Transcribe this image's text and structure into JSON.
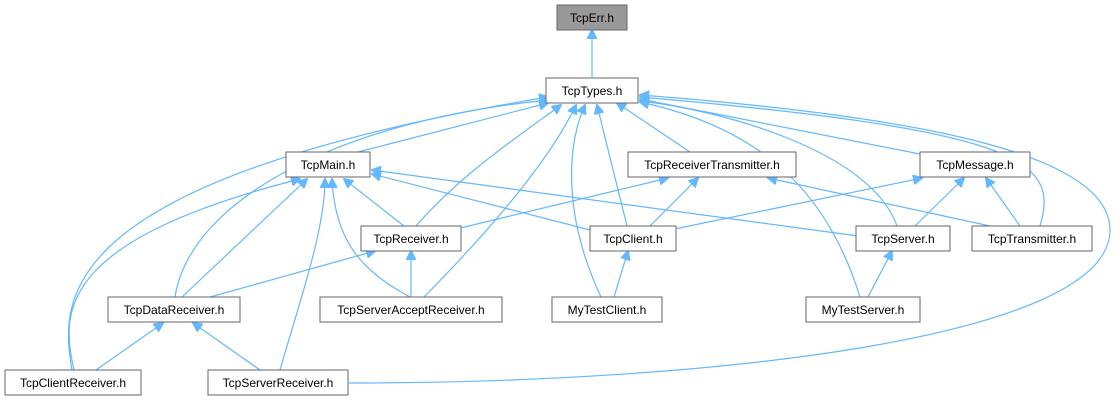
{
  "diagram": {
    "title": "TcpErr.h include dependency graph",
    "colors": {
      "edge": "#63b8ff",
      "highlight": "#999999",
      "border": "#666666"
    },
    "nodes": {
      "tcperr": "TcpErr.h",
      "tcptypes": "TcpTypes.h",
      "tcpmain": "TcpMain.h",
      "tcprecvtrans": "TcpReceiverTransmitter.h",
      "tcpmessage": "TcpMessage.h",
      "tcpreceiver": "TcpReceiver.h",
      "tcpclient": "TcpClient.h",
      "tcpserver": "TcpServer.h",
      "tcptransmitter": "TcpTransmitter.h",
      "tcpdatareceiver": "TcpDataReceiver.h",
      "tcpserveraccept": "TcpServerAcceptReceiver.h",
      "mytestclient": "MyTestClient.h",
      "mytestserver": "MyTestServer.h",
      "tcpclientreceiver": "TcpClientReceiver.h",
      "tcpserverreceiver": "TcpServerReceiver.h"
    }
  }
}
